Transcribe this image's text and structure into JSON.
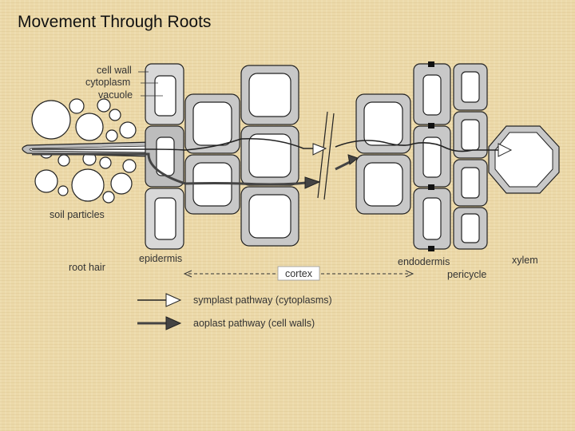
{
  "title": "Movement Through Roots",
  "labels": {
    "cell_wall": "cell wall",
    "cytoplasm": "cytoplasm",
    "vacuole": "vacuole",
    "soil_particles": "soil particles",
    "root_hair": "root hair",
    "epidermis": "epidermis",
    "cortex": "cortex",
    "endodermis": "endodermis",
    "pericycle": "pericycle",
    "xylem": "xylem"
  },
  "legend": {
    "symplast": "symplast pathway (cytoplasms)",
    "apoplast": "aoplast pathway (cell walls)"
  },
  "colors": {
    "background": "#ecd9a9",
    "outline": "#222222",
    "cell_fill": "#b8b8b8",
    "vacuole_fill": "#ffffff",
    "casparian_strip": "#111111"
  }
}
